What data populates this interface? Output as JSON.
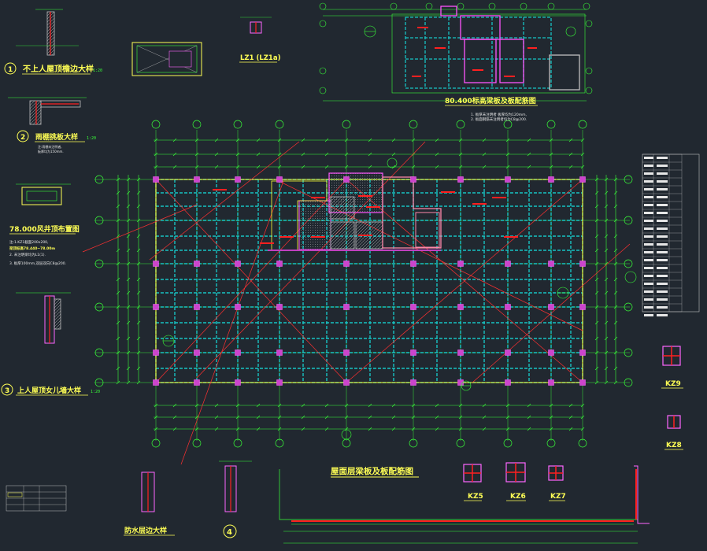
{
  "titles": {
    "detail1": "不上人屋顶檐边大样",
    "detail1_scale": "1:20",
    "detail2": "雨棚挑板大样",
    "detail2_scale": "1:20",
    "plan_78": "78.000风井顶布置图",
    "detail3": "上人屋顶女儿墙大样",
    "detail3_scale": "1:20",
    "beam_lz1": "LZ1 (LZ1a)",
    "plan_80": "80.400标高梁板及板配筋图",
    "main_plan": "屋面层梁板及板配筋图",
    "waterproof": "防水层边大样"
  },
  "circle_numbers": [
    "1",
    "2",
    "3",
    "4"
  ],
  "columns": {
    "kz5": "KZ5",
    "kz6": "KZ6",
    "kz7": "KZ7",
    "kz8": "KZ8",
    "kz9": "KZ9"
  },
  "colors": {
    "background": "#212830",
    "beam": "#17c3c3",
    "grid": "#39ff39",
    "dim": "#39ff39",
    "column": "#ff55ff",
    "slab_edge": "#ffff33",
    "hatch": "#c0c0c0",
    "rebar": "#ff2020",
    "axis_line": "#ff3030",
    "text_title": "#ffff55"
  }
}
